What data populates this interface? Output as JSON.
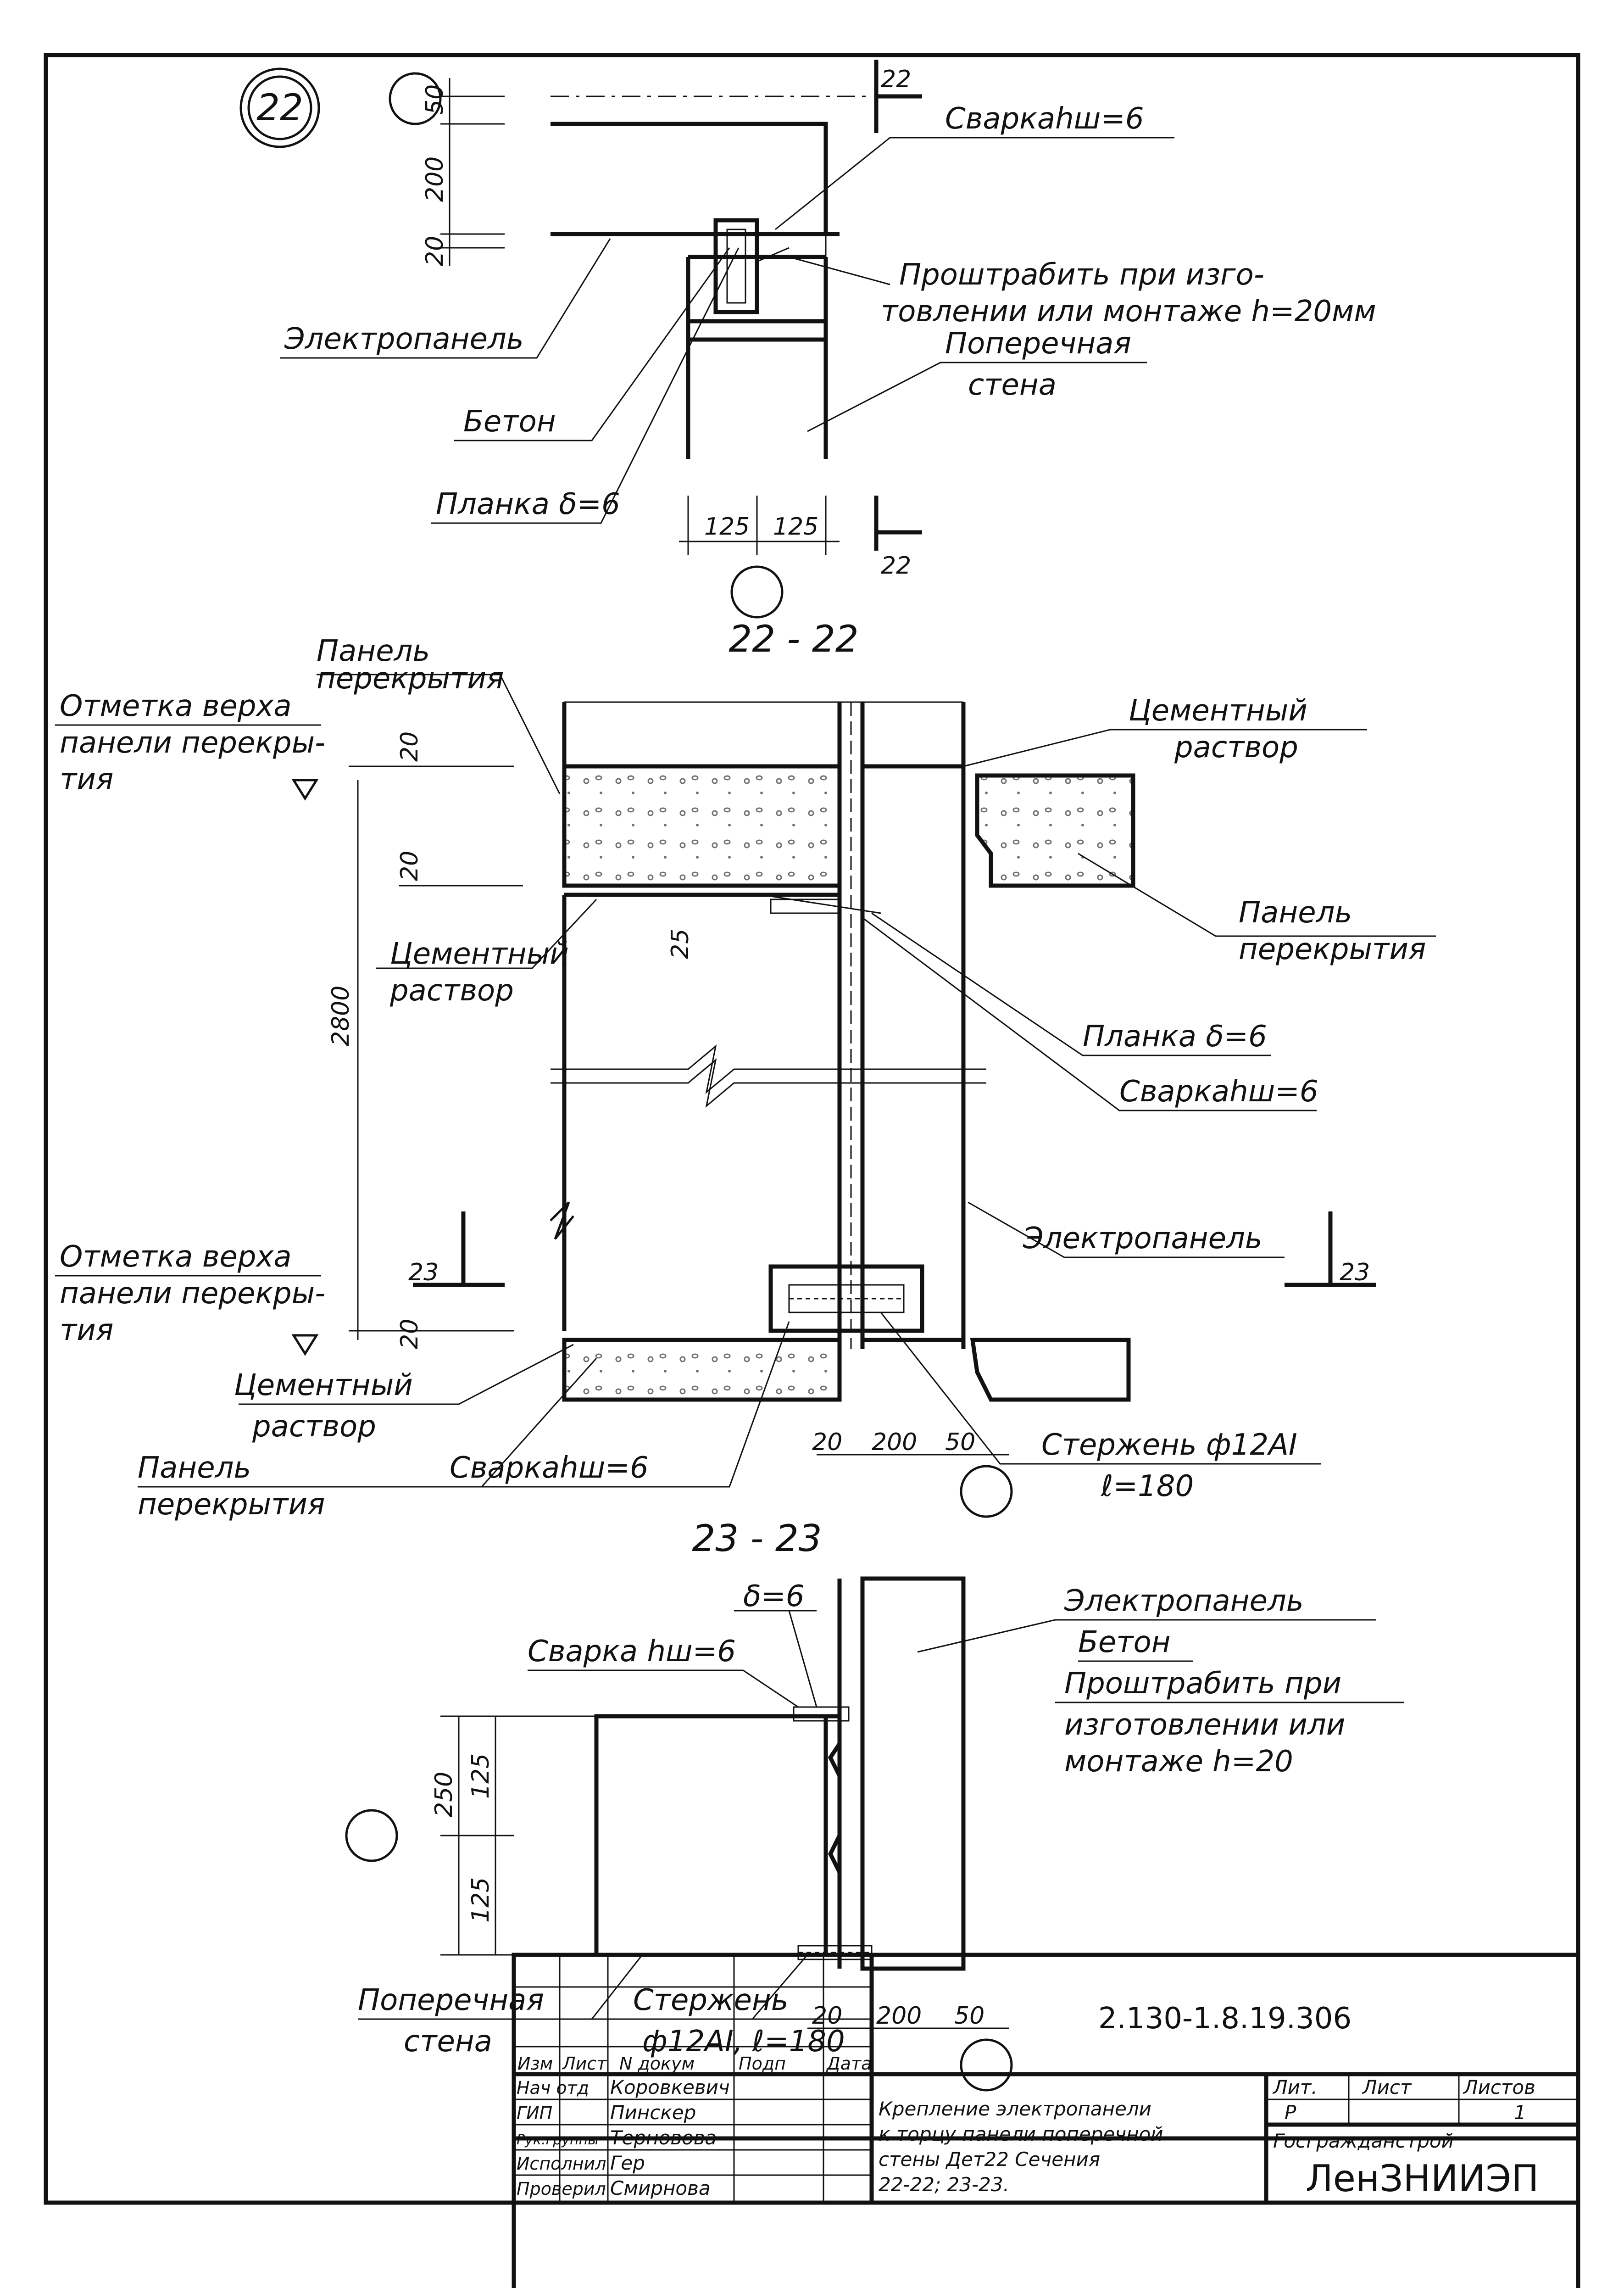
{
  "detail_number": "22",
  "top_view": {
    "section_mark": "22",
    "labels": {
      "welding": "Сваркаhш=6",
      "caulk_line1": "Проштрабить при изго-",
      "caulk_line2": "товлении или монтаже h=20мм",
      "electropanel": "Электропанель",
      "cross_wall_1": "Поперечная",
      "cross_wall_2": "стена",
      "concrete": "Бетон",
      "plate": "Планка δ=6"
    },
    "dims": [
      "50",
      "200",
      "20",
      "125",
      "125"
    ]
  },
  "section_22": {
    "title": "22 - 22",
    "labels": {
      "slab_top": "Панель",
      "slab_top_2": "перекрытия",
      "mark_top_1": "Отметка верха",
      "mark_top_2": "панели перекры-",
      "mark_top_3": "тия",
      "cement_right_1": "Цементный",
      "cement_right_2": "раствор",
      "slab_right_1": "Панель",
      "slab_right_2": "перекрытия",
      "cement_left_1": "Цементный",
      "cement_left_2": "раствор",
      "plate": "Планка δ=6",
      "welding": "Сваркаhш=6",
      "electropanel": "Электропанель",
      "mark_bot_1": "Отметка верха",
      "mark_bot_2": "панели перекры-",
      "mark_bot_3": "тия",
      "cement_bot_1": "Цементный",
      "cement_bot_2": "раствор",
      "slab_bot_1": "Панель",
      "slab_bot_2": "перекрытия",
      "welding_bot": "Сваркаhш=6",
      "rod_1": "Стержень ф12АI",
      "rod_2": "ℓ=180",
      "cut_mark": "23"
    },
    "dims": [
      "20",
      "20",
      "25",
      "2800",
      "20",
      "20",
      "200",
      "50"
    ]
  },
  "section_23": {
    "title": "23 - 23",
    "labels": {
      "plate": "δ=6",
      "welding": "Сварка hш=6",
      "electropanel": "Электропанель",
      "concrete": "Бетон",
      "caulk_1": "Проштрабить при",
      "caulk_2": "изготовлении или",
      "caulk_3": "монтаже h=20",
      "cross_wall_1": "Поперечная",
      "cross_wall_2": "стена",
      "rod_1": "Стержень",
      "rod_2": "ф12АI, ℓ=180"
    },
    "dims": [
      "250",
      "125",
      "125",
      "20",
      "200",
      "50"
    ]
  },
  "title_block": {
    "doc_code": "2.130-1.8.19.306",
    "headers": [
      "Изм",
      "Лист",
      "N докум",
      "Подп",
      "Дата"
    ],
    "rows": [
      {
        "role": "Нач отд",
        "name": "Коровкевич"
      },
      {
        "role": "ГИП",
        "name": "Пинскер"
      },
      {
        "role": "Рук.группы",
        "name": "Терновова"
      },
      {
        "role": "Исполнил",
        "name": "Гер"
      },
      {
        "role": "Проверил",
        "name": "Смирнова"
      }
    ],
    "title_1": "Крепление электропанели",
    "title_2": "к торцу панели поперечной",
    "title_3": "стены Дет22 Сечения",
    "title_4": "22-22; 23-23.",
    "lit_label": "Лит.",
    "sheet_label": "Лист",
    "sheets_label": "Листов",
    "lit_value": "Р",
    "sheets_value": "1",
    "org_1": "Госгражданстрой",
    "org_2": "ЛенЗНИИЭП"
  }
}
